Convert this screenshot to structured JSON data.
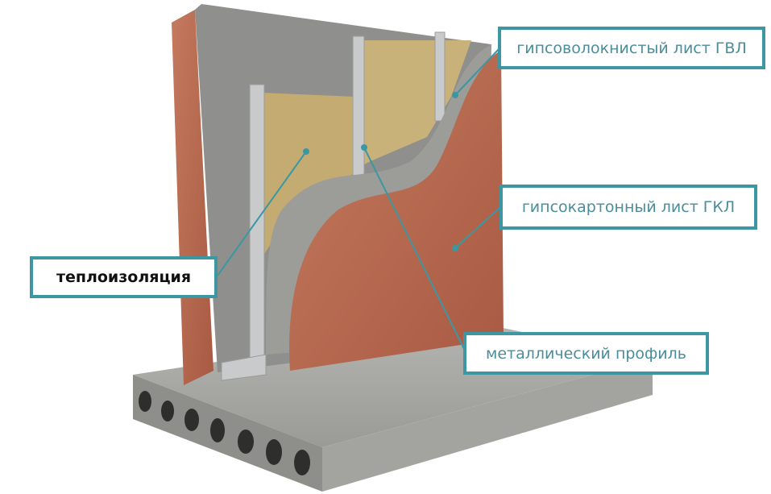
{
  "diagram": {
    "labels": {
      "gvl": "гипсоволокнистый лист ГВЛ",
      "gkl": "гипсокартонный лист ГКЛ",
      "insulation": "теплоизоляция",
      "profile": "металлический профиль"
    },
    "colors": {
      "callout_border": "#3c97a3",
      "callout_text": "#4a8d9b",
      "brick": "#b8694e",
      "gypsum": "#8f8f8d",
      "wool": "#c9b27a",
      "concrete": "#a9a9a5"
    }
  }
}
